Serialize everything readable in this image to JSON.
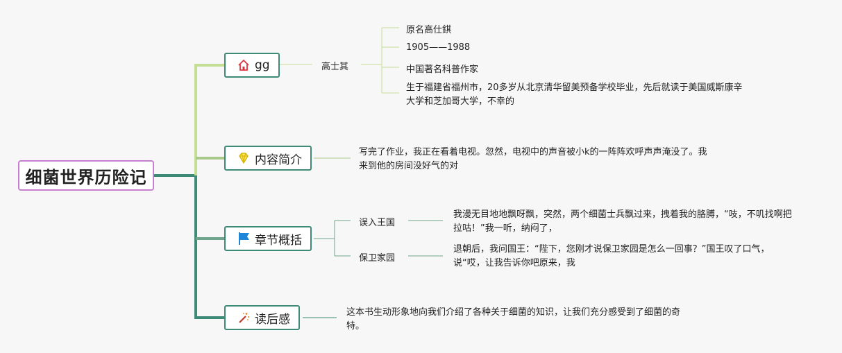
{
  "root": {
    "title": "细菌世界历险记"
  },
  "branches": [
    {
      "label": "gg",
      "icon": "home-icon",
      "child": "高士其",
      "details": [
        "原名高仕錤",
        "1905——1988",
        "中国著名科普作家",
        "生于福建省福州市，20多岁从北京清华留美预备学校毕业，先后就读于美国威斯康辛大学和芝加哥大学，不幸的"
      ]
    },
    {
      "label": "内容简介",
      "icon": "diamond-icon",
      "text": "写完了作业，我正在看着电视。忽然，电视中的声音被小k的一阵阵欢呼声声淹没了。我来到他的房间没好气的对"
    },
    {
      "label": "章节概括",
      "icon": "flag-icon",
      "subs": [
        {
          "label": "误入王国",
          "text": "我漫无目地地飘呀飘，突然，两个细菌士兵飘过来，拽着我的胳膊，“吱，不叽找啊把拉咕！”我一听，纳闷了，"
        },
        {
          "label": "保卫家园",
          "text": "退朝后，我问国王：“陛下，您刚才说保卫家园是怎么一回事？”国王叹了口气，说“哎，让我告诉你吧原来，我"
        }
      ]
    },
    {
      "label": "读后感",
      "icon": "magic-wand-icon",
      "text": "这本书生动形象地向我们介绍了各种关于细菌的知识，让我们充分感受到了细菌的奇特。"
    }
  ],
  "colors": {
    "branch_border": "#3d8a76",
    "root_border": "#c77fd0",
    "connector_light": "#c5de96",
    "connector_dark": "#3d8a76"
  }
}
